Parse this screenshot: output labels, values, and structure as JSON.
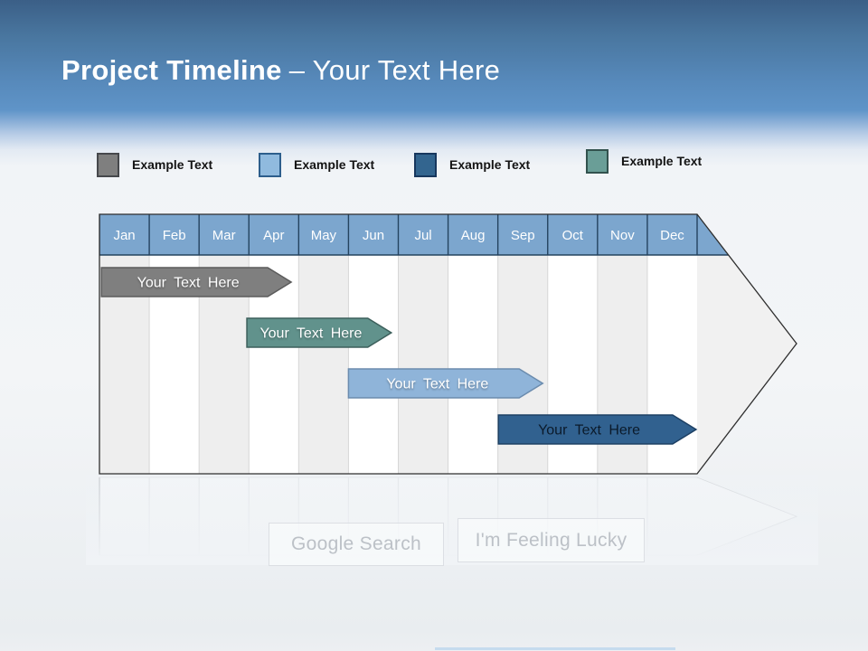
{
  "slide": {
    "title": {
      "emphasis": "Project Timeline",
      "suffix": "– Your Text Here"
    }
  },
  "legend": {
    "items": [
      {
        "label": "Example Text",
        "fill": "#7f7f7f",
        "border": "#46484c"
      },
      {
        "label": "Example Text",
        "fill": "#90bade",
        "border": "#2d5e8c"
      },
      {
        "label": "Example Text",
        "fill": "#33658f",
        "border": "#17375e"
      },
      {
        "label": "Example Text",
        "fill": "#6a9e97",
        "border": "#32524e"
      }
    ]
  },
  "chart_data": {
    "type": "gantt-timeline",
    "title": "Project Timeline – Your Text Here",
    "categories": [
      "Jan",
      "Feb",
      "Mar",
      "Apr",
      "May",
      "Jun",
      "Jul",
      "Aug",
      "Sep",
      "Oct",
      "Nov",
      "Dec"
    ],
    "header_fill": "#7ca6ce",
    "header_text_color": "#ffffff",
    "header_border_color": "#24435f",
    "stripe_colors": [
      "#eeeeee",
      "#ffffff"
    ],
    "outline_color": "#2e2e2e",
    "bars": [
      {
        "label": "Your Text Here",
        "row": 0,
        "start_month": 0.04,
        "end_month": 3.85,
        "fill": "#7f7f7f",
        "stroke": "#5b5b5b",
        "text_color": "#ffffff"
      },
      {
        "label": "Your Text Here",
        "row": 1,
        "start_month": 2.96,
        "end_month": 5.86,
        "fill": "#61928c",
        "stroke": "#3c5f5b",
        "text_color": "#ffffff"
      },
      {
        "label": "Your Text Here",
        "row": 2,
        "start_month": 5.0,
        "end_month": 8.9,
        "fill": "#8fb4d9",
        "stroke": "#6b8cae",
        "text_color": "#ffffff"
      },
      {
        "label": "Your Text Here",
        "row": 3,
        "start_month": 8.01,
        "end_month": 11.98,
        "fill": "#31618f",
        "stroke": "#1d4064",
        "text_color": "#0b1a2a"
      }
    ]
  },
  "watermark": {
    "search_button": "Google Search",
    "lucky_button": "I'm Feeling Lucky"
  }
}
